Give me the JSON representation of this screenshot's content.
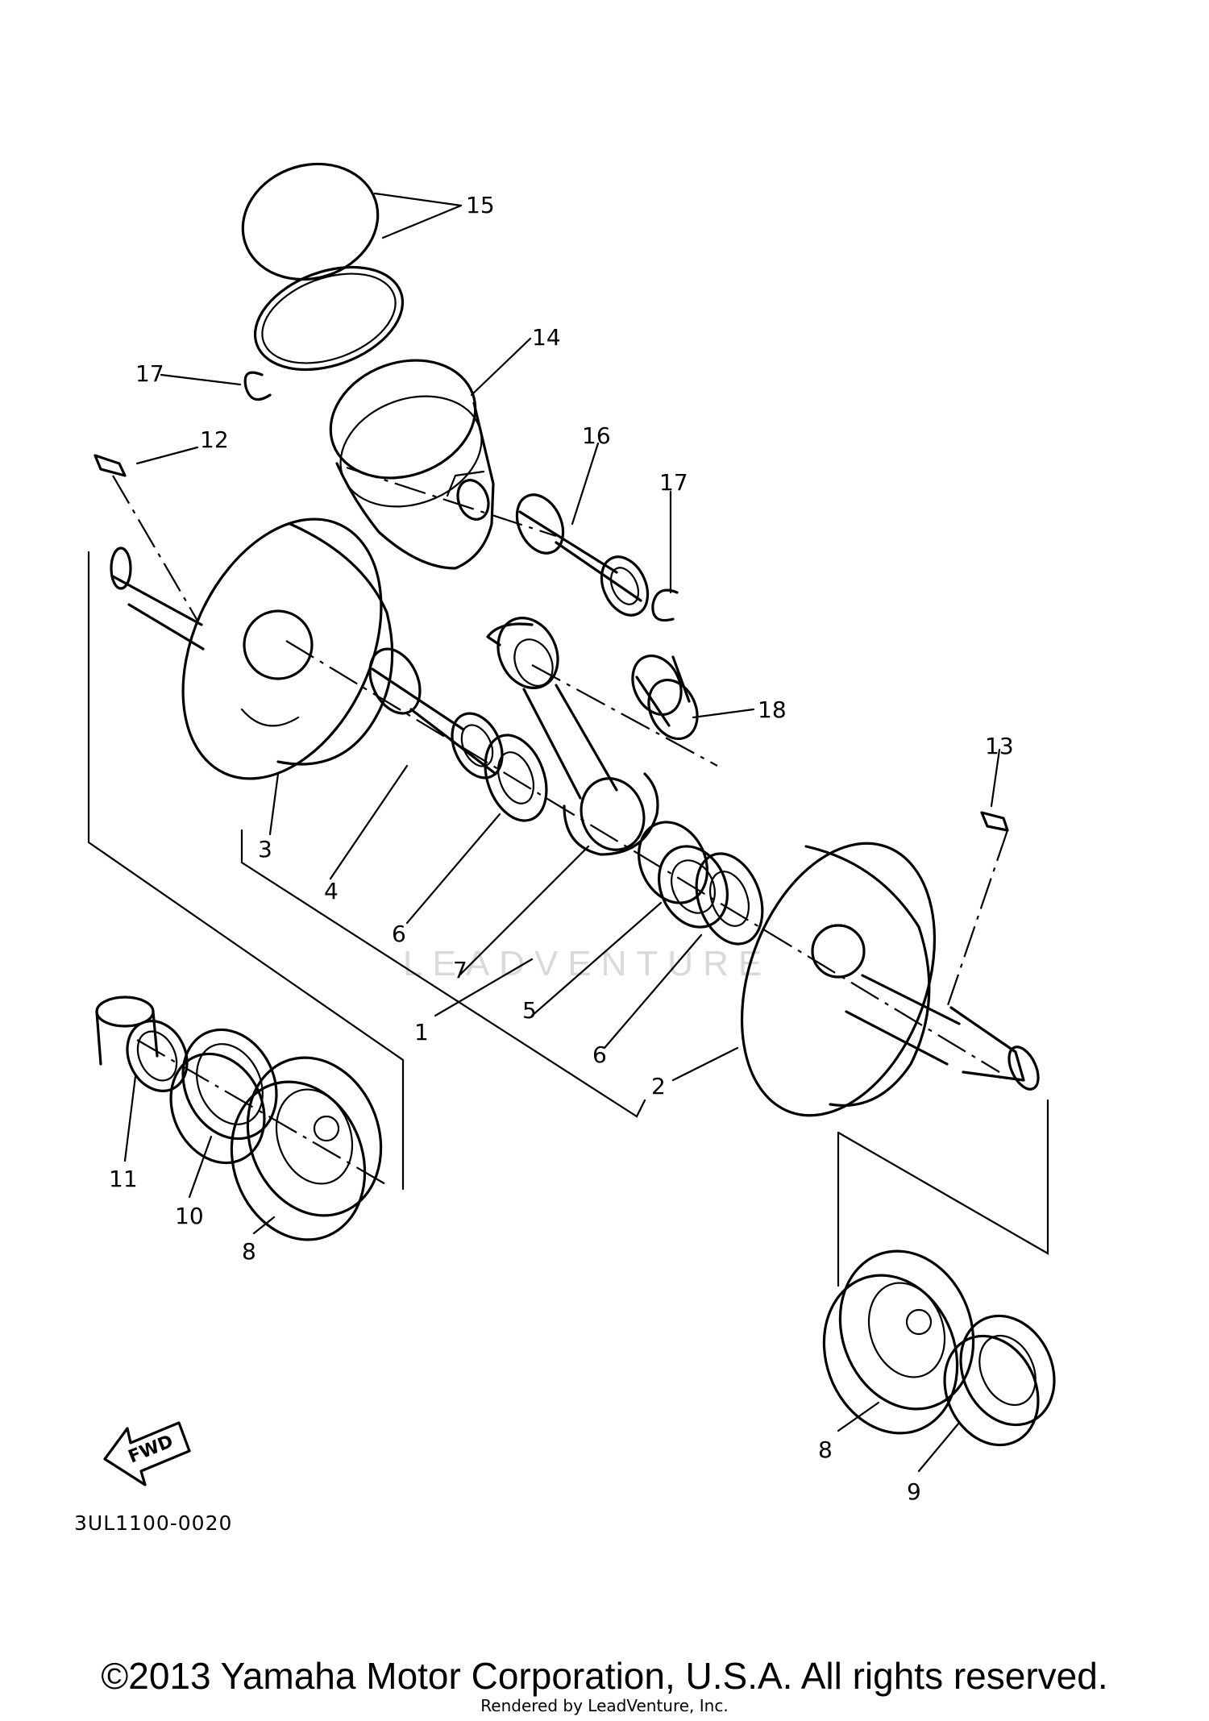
{
  "watermark": "LEADVENTURE",
  "diagram_code": "3UL1100-0020",
  "fwd_label": "FWD",
  "callouts": {
    "c1": "1",
    "c2": "2",
    "c3": "3",
    "c4": "4",
    "c5": "5",
    "c6a": "6",
    "c6b": "6",
    "c7": "7",
    "c8a": "8",
    "c8b": "8",
    "c9": "9",
    "c10": "10",
    "c11": "11",
    "c12": "12",
    "c13": "13",
    "c14": "14",
    "c15": "15",
    "c16": "16",
    "c17a": "17",
    "c17b": "17",
    "c18": "18"
  },
  "footer": {
    "copyright": "©2013 Yamaha Motor Corporation, U.S.A. All rights reserved.",
    "rendered_by": "Rendered by LeadVenture, Inc."
  }
}
